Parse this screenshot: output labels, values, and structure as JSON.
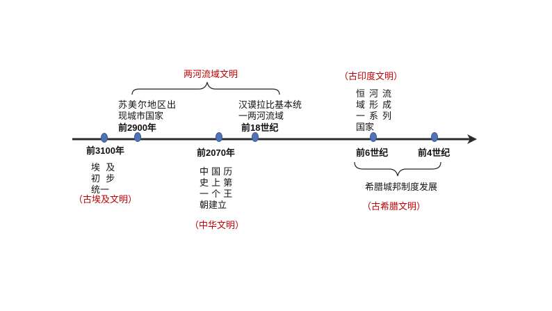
{
  "timeline": {
    "dates": {
      "d3100": "前3100年",
      "d2900": "前2900年",
      "d2070": "前2070年",
      "d18": "前18世纪",
      "d6": "前6世纪",
      "d4": "前4世纪"
    },
    "events": {
      "egypt": [
        "埃  及",
        "初  步",
        "统一"
      ],
      "sumer": [
        "苏美尔地区出",
        "现城市国家"
      ],
      "china": [
        "中 国 历",
        "史 上 第",
        "一 个 王",
        "朝建立"
      ],
      "babylon": [
        "汉谟拉比基本统",
        "一两河流域"
      ],
      "ganges": [
        "恒河流",
        "域形成",
        "一系列",
        "国家"
      ],
      "greece": "希腊城邦制度发展"
    },
    "civilizations": {
      "egypt": "（古埃及文明）",
      "mesopotamia": "两河流域文明",
      "china": "（中华文明）",
      "india": "（古印度文明）",
      "greece": "（古希腊文明）"
    },
    "colors": {
      "axis": "#2b2b2b",
      "marker": "#4f74b6",
      "civilization_label": "#c00000"
    }
  }
}
